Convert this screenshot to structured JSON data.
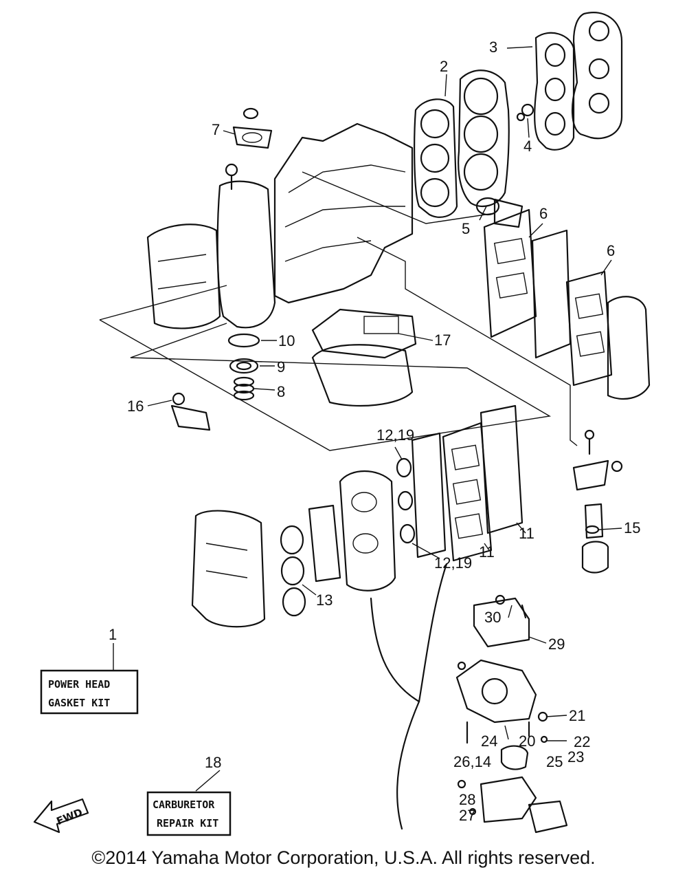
{
  "callouts": {
    "c1": "1",
    "c2": "2",
    "c3": "3",
    "c4": "4",
    "c5": "5",
    "c6a": "6",
    "c6b": "6",
    "c7": "7",
    "c8": "8",
    "c9": "9",
    "c10": "10",
    "c11a": "11",
    "c11b": "11",
    "c12a": "12,19",
    "c12b": "12,19",
    "c13": "13",
    "c15": "15",
    "c16": "16",
    "c17": "17",
    "c18": "18",
    "c20": "20",
    "c21": "21",
    "c22": "22",
    "c23": "23",
    "c24": "24",
    "c25": "25",
    "c26": "26,14",
    "c27": "27",
    "c28": "28",
    "c29": "29",
    "c30": "30"
  },
  "kits": {
    "power_head": {
      "line1": "POWER HEAD",
      "line2": "GASKET KIT"
    },
    "carburetor": {
      "line1": "CARBURETOR",
      "line2": "REPAIR KIT"
    }
  },
  "direction_label": "FWD",
  "copyright": "©2014 Yamaha Motor Corporation, U.S.A. All rights reserved."
}
